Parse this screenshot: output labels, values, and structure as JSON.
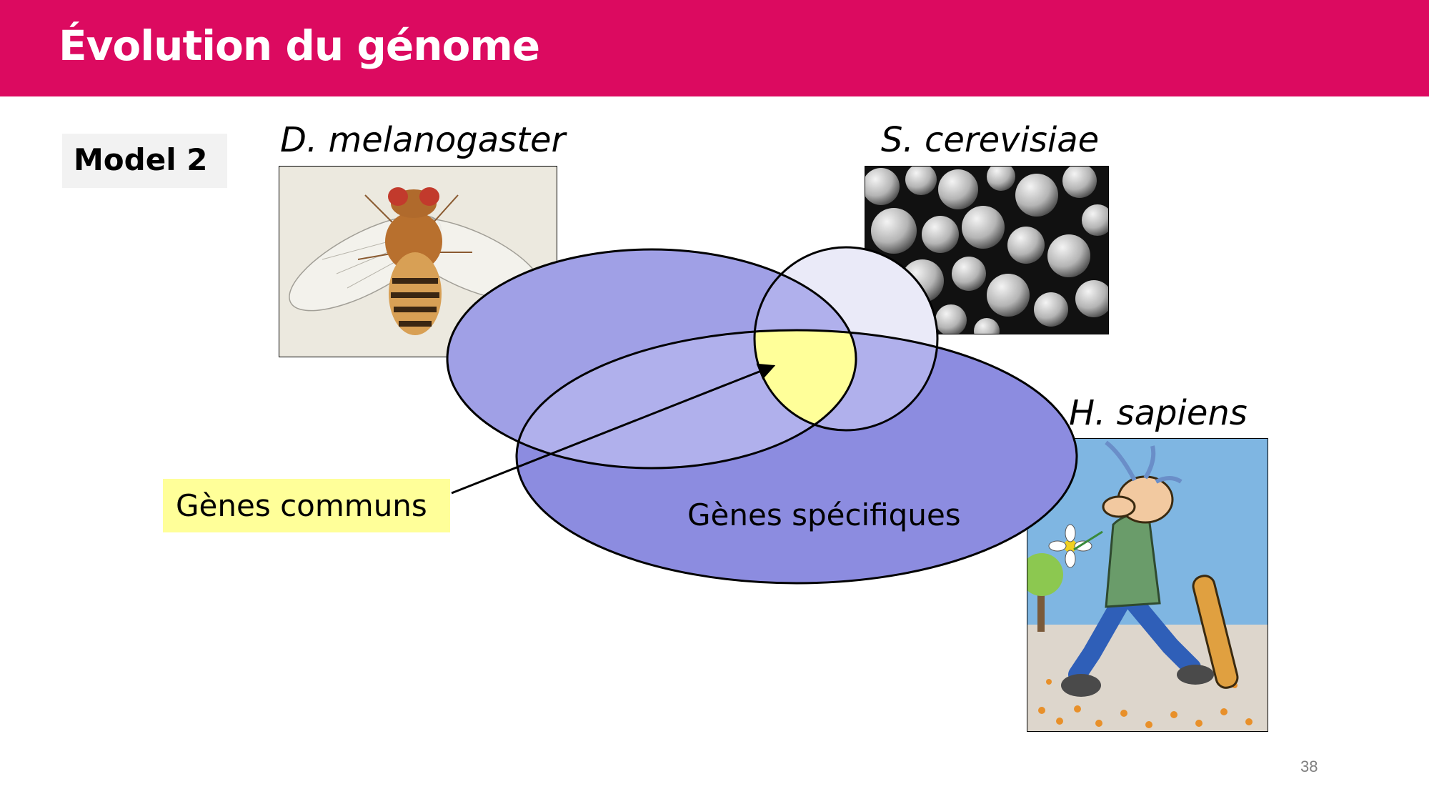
{
  "slide": {
    "title": "Évolution du génome",
    "model_label": "Model 2",
    "page_number": "38"
  },
  "species": {
    "fly": "D. melanogaster",
    "yeast": "S. cerevisiae",
    "human": "H. sapiens"
  },
  "labels": {
    "common_genes": "Gènes communs",
    "specific_genes": "Gènes spécifiques"
  },
  "colors": {
    "header": "#dc0a60",
    "fly_set": "#a0a0e6",
    "yeast_set": "#eaeaf8",
    "human_set": "#8c8ce0",
    "overlap": "#b0b0ec",
    "common": "#ffff99"
  }
}
